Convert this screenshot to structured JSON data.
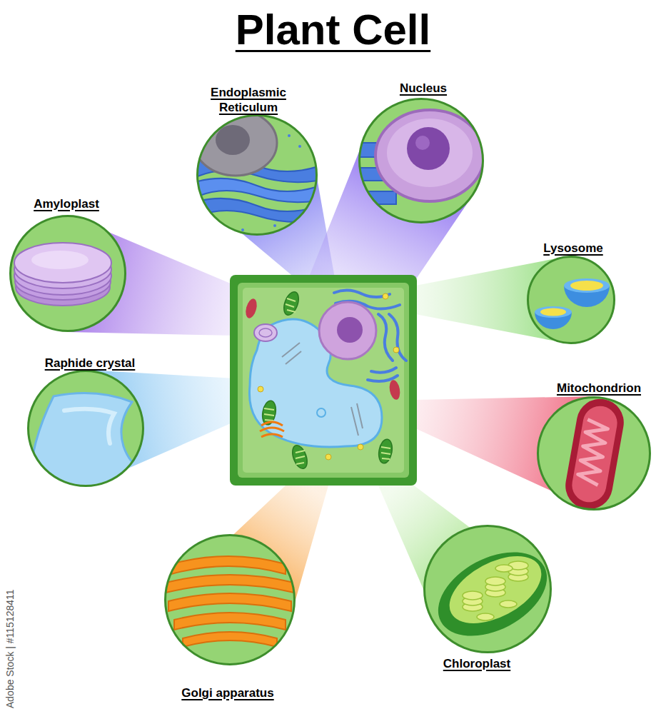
{
  "diagram": {
    "title": "Plant Cell",
    "nodes": [
      {
        "text": [
          "Endoplasmic Reticulum"
        ]
      },
      {
        "text": [
          "Nucleus"
        ]
      },
      {
        "text": [
          "Amyloplast"
        ]
      },
      {
        "text": [
          "Lysosome"
        ]
      },
      {
        "text": [
          "Raphide crystal"
        ]
      },
      {
        "text": [
          "Mitochondrion"
        ]
      },
      {
        "text": [
          "Golgi apparatus"
        ]
      },
      {
        "text": [
          "Chloroplast"
        ]
      }
    ],
    "labels": [
      "Adobe Stock | #115128411"
    ]
  }
}
